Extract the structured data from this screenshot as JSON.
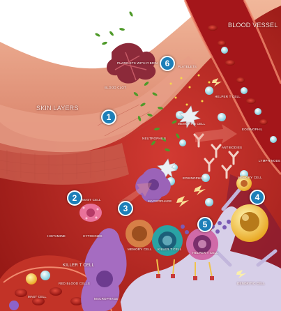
{
  "labels": {
    "blood_vessel": "BLOOD VESSEL",
    "skin_layers": "SKIN LAYERS",
    "platelets_with_fibrin": "PLATELETS WITH FIBRIN",
    "blood_clot": "BLOOD CLOT",
    "platelets": "PLATELETS",
    "helper_t_cell": "HELPER T CELL",
    "memory_b_cell": "MEMORY B CELL",
    "neutrophils": "NEUTROPHILS",
    "eosinophil": "EOSINOPHIL",
    "antibodies": "ANTIBODIES",
    "lymph_node": "LYMPH NODE",
    "mast_cell": "MAST CELL",
    "histamine": "HISTAMINE",
    "cytokines": "CYTOKINES",
    "eosinophil_2": "EOSINOPHIL",
    "macrophage": "MACROPHAGE",
    "memory_cell": "MEMORY CELL",
    "memory_cell_2": "MEMORY CELL",
    "killer_t_cell_small": "KILLER T CELL",
    "helper_t_cell_2": "HELPER T CELL",
    "killer_t_cell": "KILLER T CELL",
    "red_blood_cells": "RED BLOOD CELLS",
    "mast_cell_2": "MAST CELL",
    "macrophage_2": "MACROPHAGE",
    "dendritic_cell": "DENDRITIC CELL"
  },
  "badges": [
    "1",
    "2",
    "3",
    "4",
    "5",
    "6"
  ]
}
